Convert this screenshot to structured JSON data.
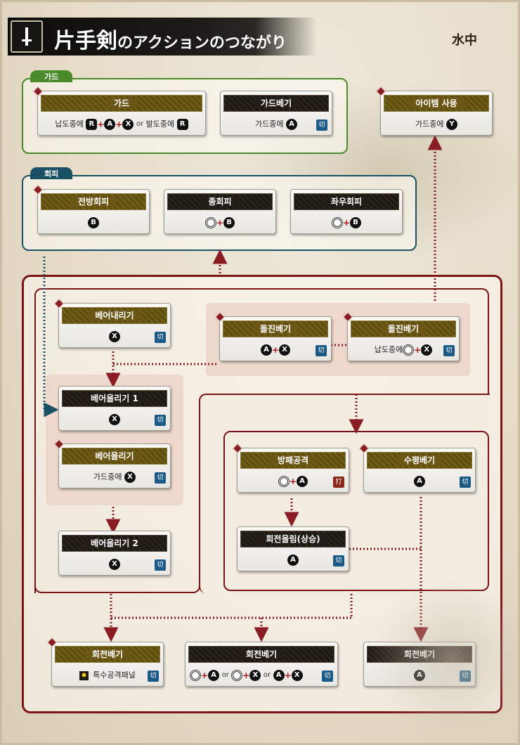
{
  "header": {
    "title_main": "片手剣",
    "title_rest": "のアクションのつながり",
    "mode": "水中",
    "weapon_icon": "sword-shield-icon"
  },
  "groups": {
    "guard": "가드",
    "evade": "회피"
  },
  "colors": {
    "guard": "#4a8a2a",
    "evade": "#1a5064",
    "main": "#7a1416",
    "cut": "#1b5a86",
    "blunt": "#8a2a1a"
  },
  "cards": {
    "guard": {
      "title": "가드",
      "i1": "납도중에",
      "i2": "or",
      "i3": "발도중에"
    },
    "guard_slash": {
      "title": "가드베기",
      "i1": "가드중에",
      "type": "切"
    },
    "item": {
      "title": "아이템 사용",
      "i1": "가드중에"
    },
    "front_evade": {
      "title": "전방회피"
    },
    "vert_evade": {
      "title": "종회피"
    },
    "side_evade": {
      "title": "좌우회피"
    },
    "down_slash": {
      "title": "베어내리기",
      "type": "切"
    },
    "rush1": {
      "title": "돌진베기",
      "type": "切"
    },
    "rush2": {
      "title": "돌진베기",
      "i1": "납도중에",
      "type": "切"
    },
    "up1": {
      "title": "베어올리기 1",
      "type": "切"
    },
    "up_guard": {
      "title": "베어올리기",
      "i1": "가드중에",
      "type": "切"
    },
    "up2": {
      "title": "베어올리기 2",
      "type": "切"
    },
    "shield": {
      "title": "방패공격",
      "type": "打"
    },
    "horiz": {
      "title": "수평베기",
      "type": "切"
    },
    "rise": {
      "title": "회전올림(상승)",
      "type": "切"
    },
    "spin1": {
      "title": "회전베기",
      "i1": "특수공격패널",
      "type": "切"
    },
    "spin2": {
      "title": "회전베기",
      "i1": "or",
      "i2": "or",
      "type": "切"
    },
    "spin3": {
      "title": "회전베기",
      "type": "切"
    }
  },
  "buttons": {
    "A": "A",
    "B": "B",
    "X": "X",
    "Y": "Y",
    "R": "R"
  }
}
